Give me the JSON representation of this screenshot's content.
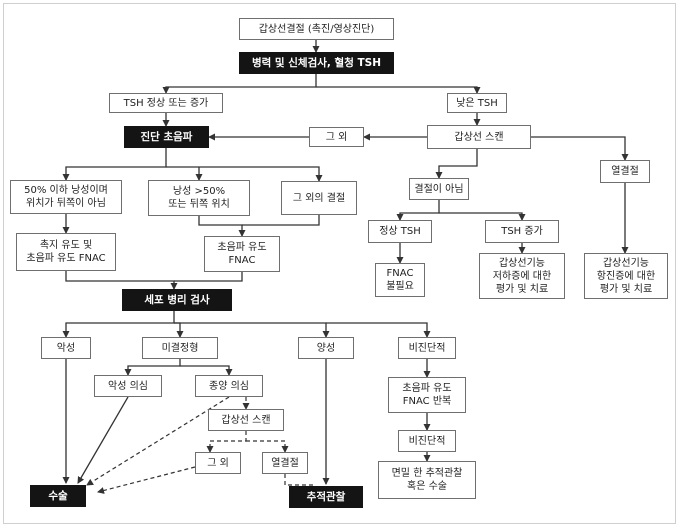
{
  "diagram": {
    "nodes": {
      "start": "갑상선결절 (촉진/영상진단)",
      "history": "병력 및 신체검사, 혈청 TSH",
      "tsh_normal": "TSH 정상 또는 증가",
      "tsh_low": "낮은 TSH",
      "diag_us": "진단 초음파",
      "other1": "그 외",
      "thyroid_scan1": "갑상선 스캔",
      "hot_nodule1": "열결절",
      "cyst_le50": "50% 이하 낭성이며\n위치가 뒤쪽이 아님",
      "cyst_gt50": "낭성 >50%\n또는 뒤쪽 위치",
      "other_nodule": "그 외의 결절",
      "not_nodule": "결절이 아님",
      "palp_us_fnac": "촉지 유도 및\n초음파 유도 FNAC",
      "us_fnac": "초음파 유도\nFNAC",
      "normal_tsh": "정상 TSH",
      "tsh_increase": "TSH 증가",
      "fnac_not_needed": "FNAC\n불필요",
      "hypo_eval": "갑상선기능\n저하증에 대한\n평가 및 치료",
      "hyper_eval": "갑상선기능\n항진증에 대한\n평가 및 치료",
      "cytology": "세포 병리 검사",
      "malignant": "악성",
      "indeterminate": "미결정형",
      "benign": "양성",
      "nondiagnostic": "비진단적",
      "susp_malignant": "악성 의심",
      "follicular": "종양 의심",
      "us_fnac_repeat": "초음파 유도\nFNAC 반복",
      "thyroid_scan2": "갑상선 스캔",
      "nondiagnostic2": "비진단적",
      "other2": "그 외",
      "hot_nodule2": "열결절",
      "close_followup": "면밀 한 추적관찰\n혹은 수술",
      "surgery": "수술",
      "followup": "추적관찰"
    }
  }
}
